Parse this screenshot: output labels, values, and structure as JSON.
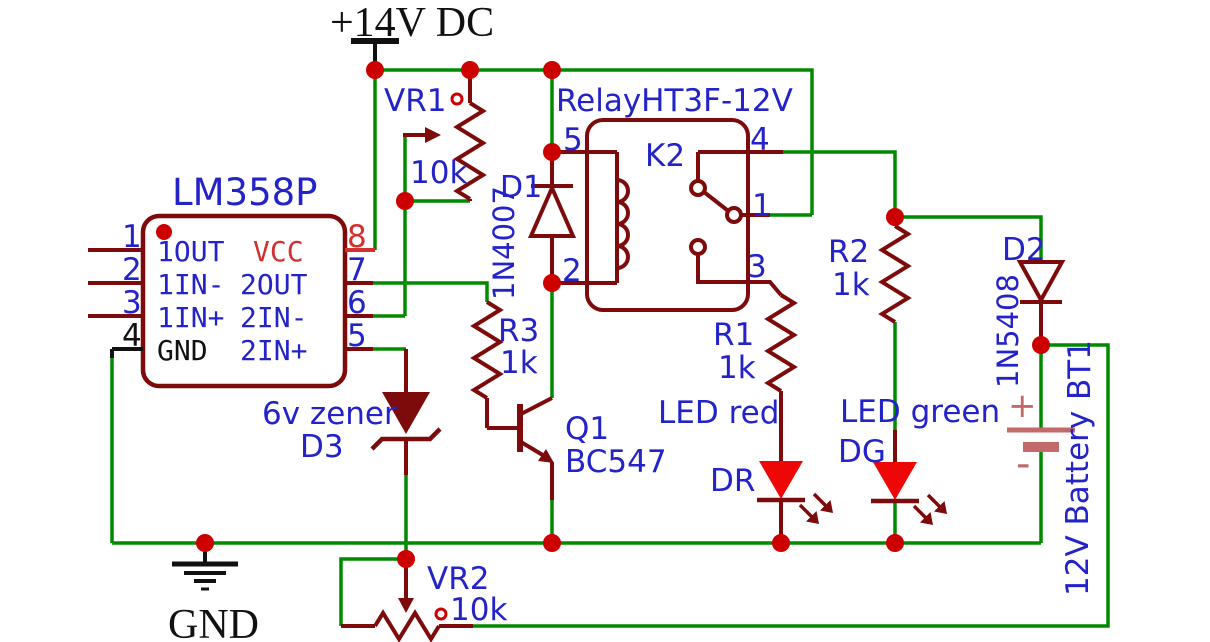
{
  "power": {
    "supply_label": "+14V DC",
    "ground_label": "GND"
  },
  "colors": {
    "wire_green": "#008a00",
    "component_dark_red": "#7d0b0b",
    "junction_red": "#cc0000",
    "led_bright_red": "#ee0707",
    "label_blue": "#2323c8",
    "vcc_red": "#d32f2f",
    "battery_rose": "#c26a6a",
    "text_black": "#111111"
  },
  "ic": {
    "name": "LM358P",
    "left_pins": [
      {
        "num": "1",
        "label": "1OUT"
      },
      {
        "num": "2",
        "label": "1IN-"
      },
      {
        "num": "3",
        "label": "1IN+"
      },
      {
        "num": "4",
        "label": "GND"
      }
    ],
    "right_pins": [
      {
        "num": "8",
        "label": "VCC"
      },
      {
        "num": "7",
        "label": "2OUT"
      },
      {
        "num": "6",
        "label": "2IN-"
      },
      {
        "num": "5",
        "label": "2IN+"
      }
    ]
  },
  "relay": {
    "name": "RelayHT3F-12V",
    "ref": "K2",
    "pin_top_left": "5",
    "pin_top_right": "4",
    "pin_bottom_left": "2",
    "pin_mid_right": "1",
    "pin_bottom_right": "3"
  },
  "pots": {
    "vr1": {
      "ref": "VR1",
      "value": "10k"
    },
    "vr2": {
      "ref": "VR2",
      "value": "10k"
    }
  },
  "resistors": {
    "r1": {
      "ref": "R1",
      "value": "1k"
    },
    "r2": {
      "ref": "R2",
      "value": "1k"
    },
    "r3": {
      "ref": "R3",
      "value": "1k"
    }
  },
  "diodes": {
    "d1": {
      "ref": "D1",
      "part": "1N4007"
    },
    "d2": {
      "ref": "D2",
      "part": "1N5408"
    },
    "d3": {
      "ref": "D3",
      "desc": "6v zener"
    }
  },
  "transistor": {
    "ref": "Q1",
    "part": "BC547"
  },
  "leds": {
    "red": {
      "label": "LED red",
      "ref": "DR"
    },
    "green": {
      "label": "LED green",
      "ref": "DG"
    }
  },
  "battery": {
    "ref": "BT1",
    "label": "12V Battery",
    "plus": "+",
    "minus": "-"
  }
}
